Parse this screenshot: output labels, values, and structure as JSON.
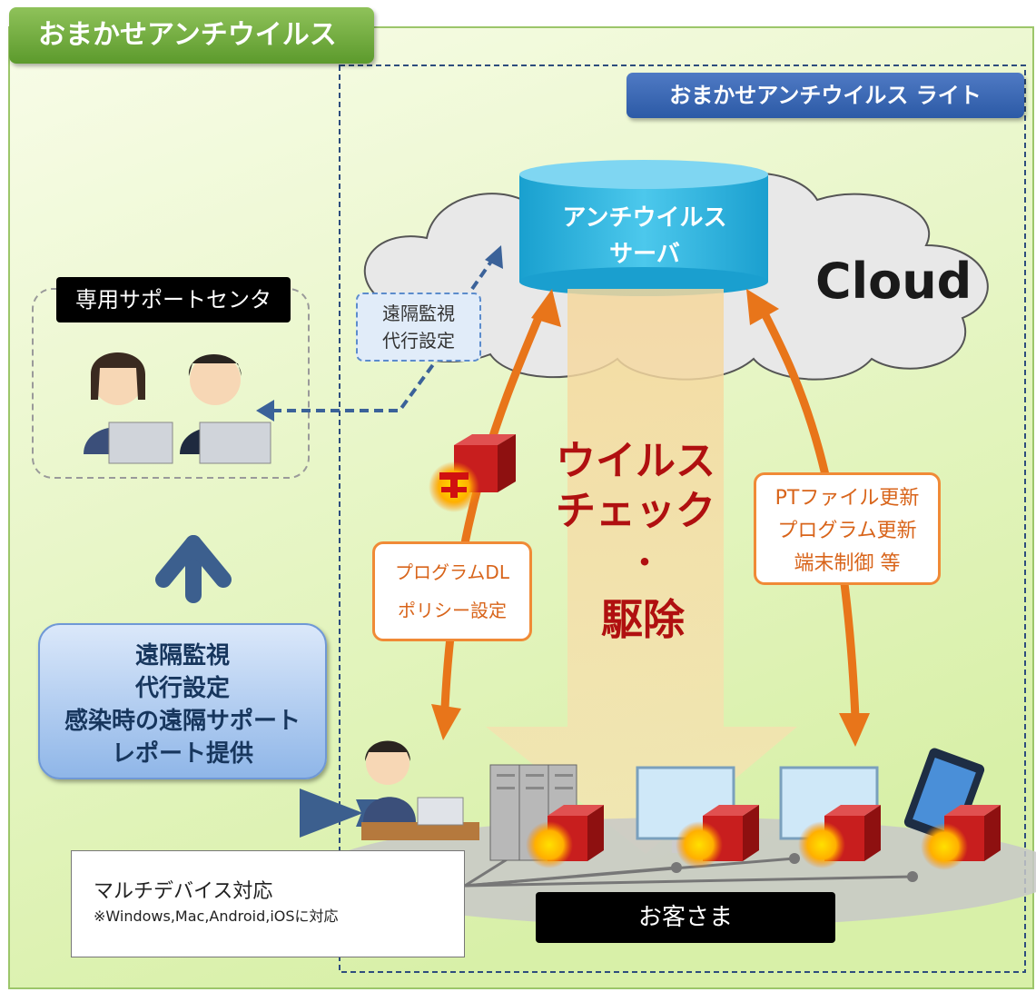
{
  "title": "おまかせアンチウイルス",
  "lite_title": "おまかせアンチウイルス ライト",
  "server": {
    "line1": "アンチウイルス",
    "line2": "サーバ"
  },
  "cloud": "Cloud",
  "support_center": "専用サポートセンタ",
  "remote": {
    "line1": "遠隔監視",
    "line2": "代行設定"
  },
  "virus": {
    "line1": "ウイルス",
    "line2": "チェック",
    "dot": "・",
    "line3": "駆除"
  },
  "left_label": {
    "line1": "プログラムDL",
    "line2": "ポリシー設定"
  },
  "right_label": {
    "line1": "PTファイル更新",
    "line2": "プログラム更新",
    "line3": "端末制御 等"
  },
  "services": {
    "line1": "遠隔監視",
    "line2": "代行設定",
    "line3": "感染時の遠隔サポート",
    "line4": "レポート提供"
  },
  "devices": {
    "title": "マルチデバイス対応",
    "note": "※Windows,Mac,Android,iOSに対応"
  },
  "customer": "お客さま",
  "colors": {
    "title_green": "#6aa834",
    "lite_blue": "#2c5aa6",
    "server_cyan": "#1faed8",
    "arrow_orange": "#e8751a",
    "virus_red": "#b01010",
    "service_blue": "#a9c6ee"
  }
}
